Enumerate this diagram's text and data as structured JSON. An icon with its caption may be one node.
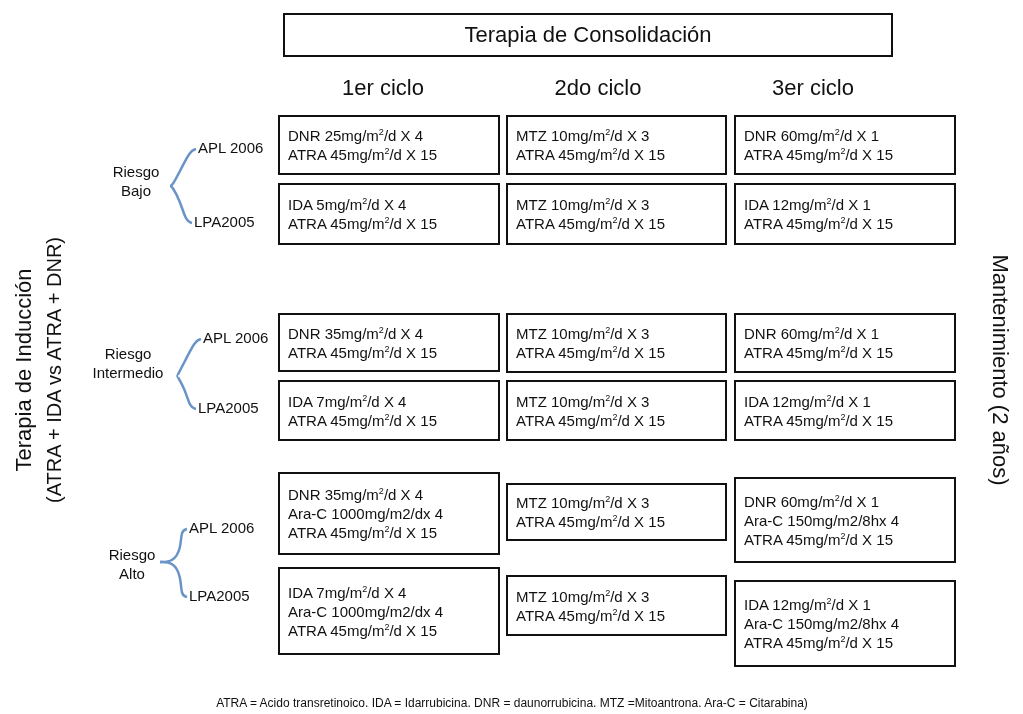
{
  "diagram": {
    "caption": "ATRA = Acido transretinoico. IDA = Idarrubicina. DNR = daunorrubicina. MTZ =Mitoantrona. Ara-C = Citarabina)",
    "nodes": [
      {
        "text": [
          "Terapia de Consolidación"
        ]
      },
      {
        "text": [
          "Riesgo Bajo"
        ]
      },
      {
        "text": [
          "APL 2006"
        ]
      },
      {
        "text": [
          "DNR 25mg/m$^{2}$/d X 4",
          "ATRA 45mg/m$^{2}$/d X 15"
        ]
      },
      {
        "text": [
          "MTZ 10mg/m$^{2}$/d X 3",
          "ATRA 45mg/m$^{2}$/d X 15"
        ]
      },
      {
        "text": [
          "DNR 60mg/m$^{2}$/d X 1",
          "ATRA 45mg/m$^{2}$/d X 15"
        ]
      },
      {
        "text": [
          "LPA2005"
        ]
      },
      {
        "text": [
          "IDA 5mg/m$^{2}$/d X 4",
          "ATRA 45mg/m$^{2}$/d X 15"
        ]
      },
      {
        "text": [
          "MTZ 10mg/m$^{2}$/d X 3",
          "ATRA 45mg/m$^{2}$/d X 15"
        ]
      },
      {
        "text": [
          "IDA 12mg/m$^{2}$/d X 1",
          "ATRA 45mg/m$^{2}$/d X 15"
        ]
      },
      {
        "text": [
          "Riesgo Intermedio"
        ]
      },
      {
        "text": [
          "APL 2006"
        ]
      },
      {
        "text": [
          "DNR 35mg/m$^{2}$/d X 4",
          "ATRA 45mg/m$^{2}$/d X 15"
        ]
      },
      {
        "text": [
          "MTZ 10mg/m$^{2}$/d X 3",
          "ATRA 45mg/m$^{2}$/d X 15"
        ]
      },
      {
        "text": [
          "DNR 60mg/m$^{2}$/d X 1",
          "ATRA 45mg/m$^{2}$/d X 15"
        ]
      },
      {
        "text": [
          "LPA2005"
        ]
      },
      {
        "text": [
          "IDA 7mg/m$^{2}$/d X 4",
          "ATRA 45mg/m$^{2}$/d X 15"
        ]
      },
      {
        "text": [
          "MTZ 10mg/m$^{2}$/d X 3",
          "ATRA 45mg/m$^{2}$/d X 15"
        ]
      },
      {
        "text": [
          "IDA 12mg/m$^{2}$/d X 1",
          "ATRA 45mg/m$^{2}$/d X 15"
        ]
      },
      {
        "text": [
          "Riesgo Alto"
        ]
      },
      {
        "text": [
          "APL 2006"
        ]
      },
      {
        "text": [
          "DNR 35mg/m$^{2}$/d X 4",
          "Ara-C 1000mg/m2/dx 4",
          "ATRA 45mg/m$^{2}$/d X 15"
        ]
      },
      {
        "text": [
          "MTZ 10mg/m$^{2}$/d X 3",
          "ATRA 45mg/m$^{2}$/d X 15"
        ]
      },
      {
        "text": [
          "DNR 60mg/m$^{2}$/d X 1",
          "Ara-C 150mg/m2/8hx 4",
          "ATRA 45mg/m$^{2}$/d X 15"
        ]
      },
      {
        "text": [
          "LPA2005"
        ]
      },
      {
        "text": [
          "IDA 7mg/m$^{2}$/d X 4",
          "Ara-C 1000mg/m2/dx 4",
          "ATRA 45mg/m$^{2}$/d X 15"
        ]
      },
      {
        "text": [
          "MTZ 10mg/m$^{2}$/d X 3",
          "ATRA 45mg/m$^{2}$/d X 15"
        ]
      },
      {
        "text": [
          "IDA 12mg/m$^{2}$/d X 1",
          "Ara-C 150mg/m2/8hx 4",
          "ATRA 45mg/m$^{2}$/d X 15"
        ]
      }
    ],
    "edges": [
      {
        "from": 1,
        "to": 2,
        "arrow": "none"
      },
      {
        "from": 1,
        "to": 6,
        "arrow": "none"
      },
      {
        "from": 10,
        "to": 11,
        "arrow": "none"
      },
      {
        "from": 10,
        "to": 15,
        "arrow": "none"
      },
      {
        "from": 19,
        "to": 20,
        "arrow": "none"
      },
      {
        "from": 19,
        "to": 24,
        "arrow": "none"
      }
    ],
    "labels": [
      "1er ciclo",
      "2do ciclo",
      "3er ciclo",
      "Terapia de Inducción",
      "(ATRA + IDA vs ATRA + DNR)",
      "Mantenimiento (2 años)"
    ]
  }
}
